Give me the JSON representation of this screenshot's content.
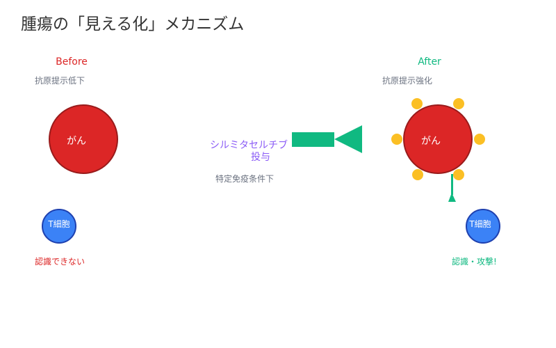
{
  "title": "腫瘍の「見える化」メカニズム",
  "before": {
    "heading": "Before",
    "note": "抗原提示低下",
    "cancer": "がん",
    "tcell": "T細胞",
    "result": "認識できない"
  },
  "after": {
    "heading": "After",
    "note": "抗原提示強化",
    "cancer": "がん",
    "tcell": "T細胞",
    "result": "認識・攻撃!"
  },
  "center": {
    "drug_line1": "シルミタセルチブ",
    "drug_line2": "投与",
    "condition": "特定免疫条件下"
  },
  "colors": {
    "red": "#dc2626",
    "green": "#10b981",
    "blue": "#3b82f6",
    "purple": "#8b5cf6",
    "antigen": "#fbbf24",
    "gray": "#6b7280"
  }
}
